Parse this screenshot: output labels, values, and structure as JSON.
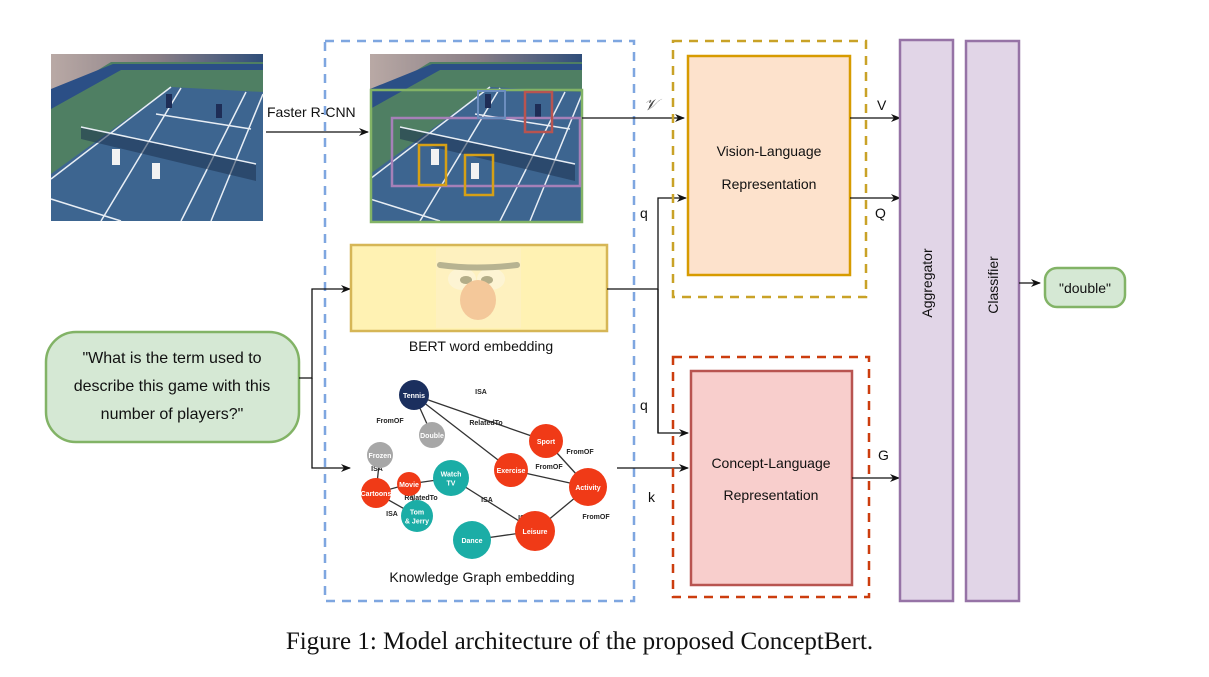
{
  "figure": {
    "caption": "Figure 1: Model architecture of the proposed ConceptBert."
  },
  "input": {
    "image_label": "tennis-court-photo",
    "detector_label": "Faster R-CNN",
    "question_lines": [
      "\"What is the term used to",
      "describe this game with this",
      "number of players?\""
    ]
  },
  "embedding_stage": {
    "bert_label": "BERT word embedding",
    "kg_label": "Knowledge Graph embedding",
    "detection_boxes": [
      {
        "name": "scene",
        "color": "#82b366"
      },
      {
        "name": "court-net-region",
        "color": "#a680b8"
      },
      {
        "name": "player-far-left",
        "color": "#6c8ebf"
      },
      {
        "name": "player-far-right",
        "color": "#b85450"
      },
      {
        "name": "player-near-left",
        "color": "#d6a016"
      },
      {
        "name": "player-near-right",
        "color": "#d6a016"
      }
    ]
  },
  "knowledge_graph": {
    "nodes": [
      {
        "id": "tennis",
        "label": "Tennis",
        "color": "#1b2f5e"
      },
      {
        "id": "double",
        "label": "Double",
        "color": "#a7a7a7"
      },
      {
        "id": "sport",
        "label": "Sport",
        "color": "#f03a17"
      },
      {
        "id": "exercise",
        "label": "Exercise",
        "color": "#f03a17"
      },
      {
        "id": "activity",
        "label": "Activity",
        "color": "#f03a17"
      },
      {
        "id": "leisure",
        "label": "Leisure",
        "color": "#f03a17"
      },
      {
        "id": "frozen",
        "label": "Frozen",
        "color": "#a7a7a7"
      },
      {
        "id": "cartoons",
        "label": "Cartoons",
        "color": "#f03a17"
      },
      {
        "id": "movie",
        "label": "Movie",
        "color": "#f03a17"
      },
      {
        "id": "watchtv",
        "label": "Watch TV",
        "color": "#1bada6"
      },
      {
        "id": "tomjerry",
        "label": "Tom & Jerry",
        "color": "#1bada6"
      },
      {
        "id": "dance",
        "label": "Dance",
        "color": "#1bada6"
      }
    ],
    "edges": [
      {
        "from": "tennis",
        "to": "sport",
        "label": "ISA"
      },
      {
        "from": "tennis",
        "to": "exercise",
        "label": "RelatedTo"
      },
      {
        "from": "tennis",
        "to": "double",
        "label": "FromOF"
      },
      {
        "from": "sport",
        "to": "activity",
        "label": "FromOF"
      },
      {
        "from": "exercise",
        "to": "activity",
        "label": "FromOF"
      },
      {
        "from": "leisure",
        "to": "activity",
        "label": "FromOF"
      },
      {
        "from": "watchtv",
        "to": "leisure",
        "label": "ISA"
      },
      {
        "from": "dance",
        "to": "leisure",
        "label": "ISA"
      },
      {
        "from": "frozen",
        "to": "cartoons",
        "label": "ISA"
      },
      {
        "from": "cartoons",
        "to": "movie",
        "label": ""
      },
      {
        "from": "movie",
        "to": "watchtv",
        "label": ""
      },
      {
        "from": "movie",
        "to": "tomjerry",
        "label": "RelatedTo"
      },
      {
        "from": "cartoons",
        "to": "tomjerry",
        "label": "ISA"
      }
    ]
  },
  "representations": {
    "vision_language": {
      "line1": "Vision-Language",
      "line2": "Representation",
      "fill": "#fde2cc",
      "stroke": "#d79b00"
    },
    "concept_language": {
      "line1": "Concept-Language",
      "line2": "Representation",
      "fill": "#f8cecc",
      "stroke": "#b85450"
    }
  },
  "signals": {
    "v_input": "𝒱",
    "q_top": "q",
    "q_bottom": "q",
    "k": "k",
    "V": "V",
    "Q": "Q",
    "G": "G"
  },
  "heads": {
    "aggregator": "Aggregator",
    "classifier": "Classifier",
    "output": "\"double\""
  },
  "colors": {
    "embedding_dash": "#7ea6e0",
    "vl_dash": "#c9a227",
    "cl_dash": "#cc3d0e",
    "head_fill": "#e1d5e7",
    "head_stroke": "#9673a6",
    "green_fill": "#d5e8d4",
    "green_stroke": "#82b366",
    "bert_fill": "#fff2b3",
    "bert_stroke": "#d6b656"
  }
}
